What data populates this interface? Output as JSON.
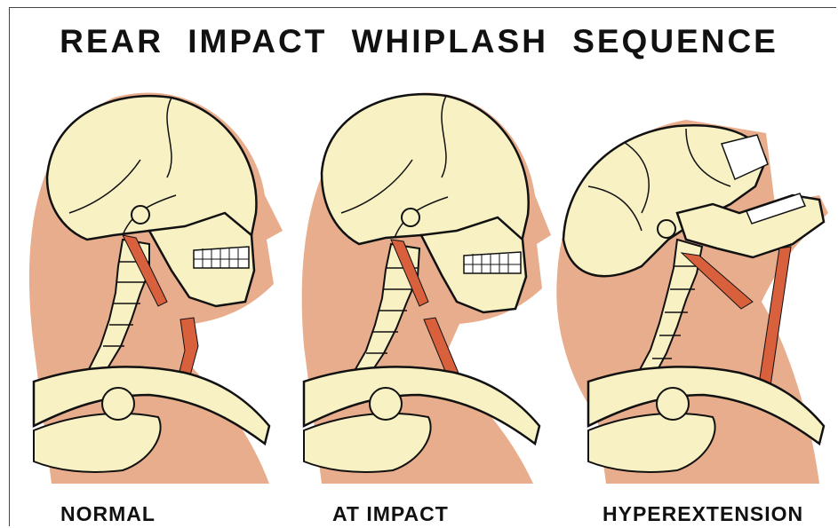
{
  "title": "REAR IMPACT WHIPLASH SEQUENCE",
  "colors": {
    "skin": "#e8ad8c",
    "bone": "#f7f1c4",
    "muscle": "#d9603d",
    "outline": "#111111"
  },
  "stages": [
    {
      "label": "NORMAL"
    },
    {
      "label": "AT IMPACT"
    },
    {
      "label": "HYPEREXTENSION"
    }
  ]
}
